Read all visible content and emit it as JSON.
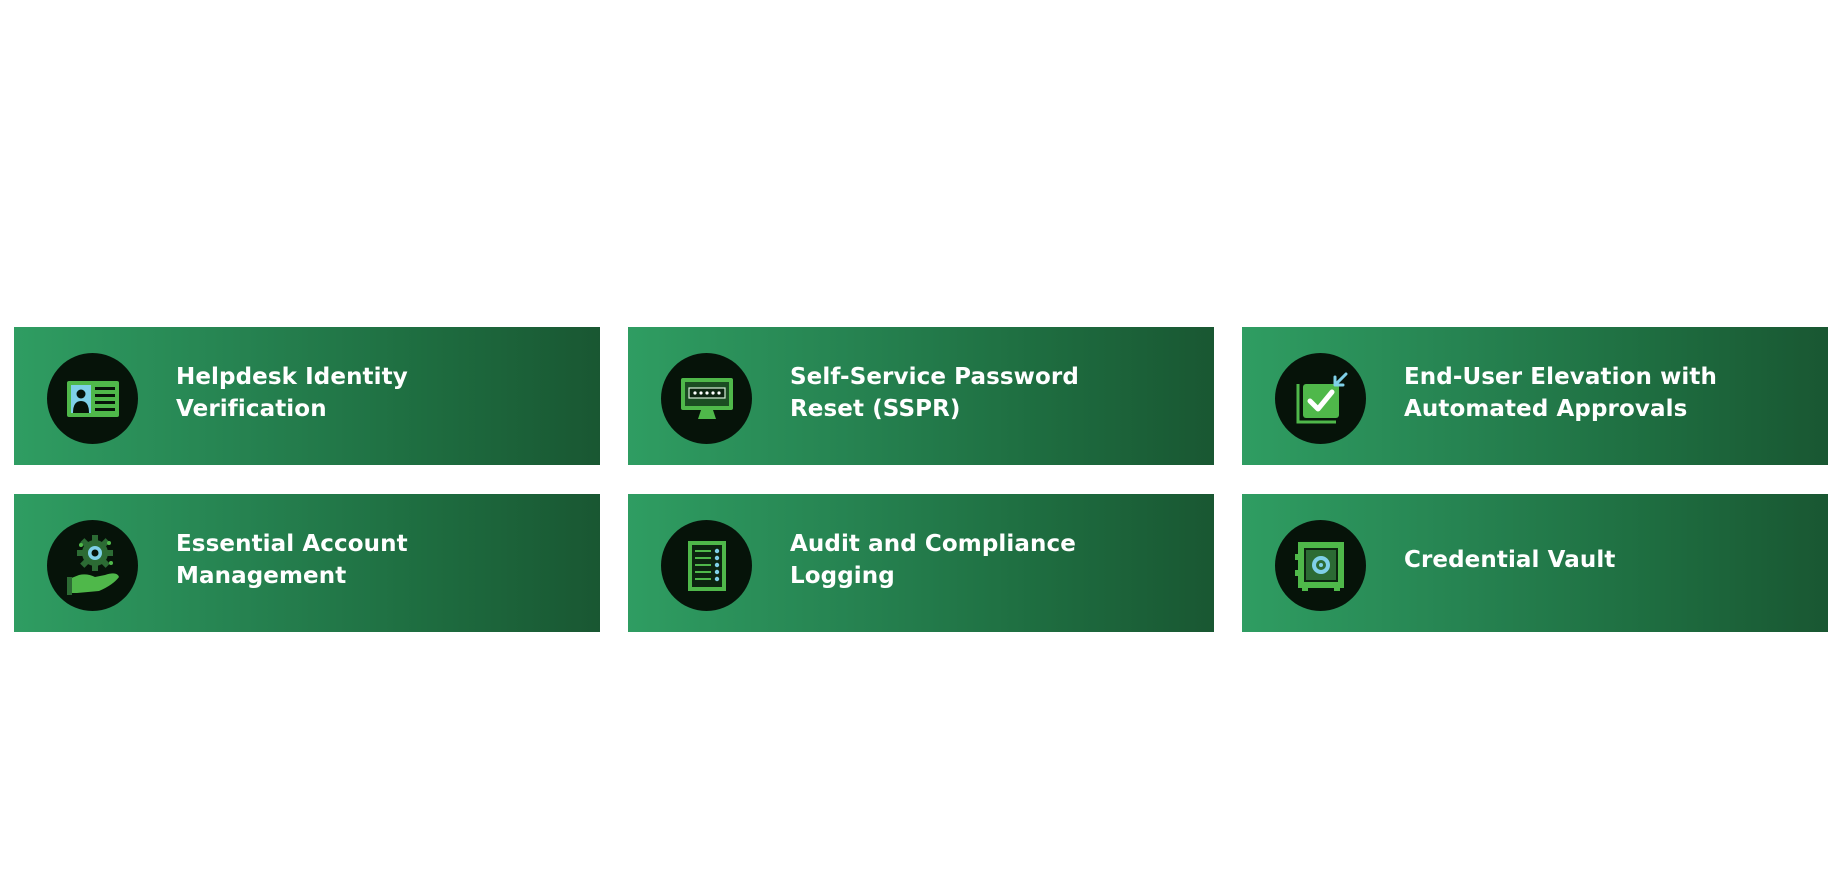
{
  "cards": [
    {
      "label": "Helpdesk Identity Verification",
      "icon": "id-card-icon"
    },
    {
      "label": "Self-Service Password Reset (SSPR)",
      "icon": "password-monitor-icon"
    },
    {
      "label": "End-User Elevation with Automated Approvals",
      "icon": "approval-checkbox-icon"
    },
    {
      "label": "Essential Account Management",
      "icon": "gear-hand-icon"
    },
    {
      "label": "Audit and Compliance Logging",
      "icon": "log-document-icon"
    },
    {
      "label": "Credential Vault",
      "icon": "vault-safe-icon"
    }
  ],
  "colors": {
    "card_gradient_start": "#2f9d62",
    "card_gradient_end": "#195732",
    "icon_circle": "#061309",
    "icon_green": "#4fb84a",
    "icon_accent_blue": "#7fd0e8"
  }
}
